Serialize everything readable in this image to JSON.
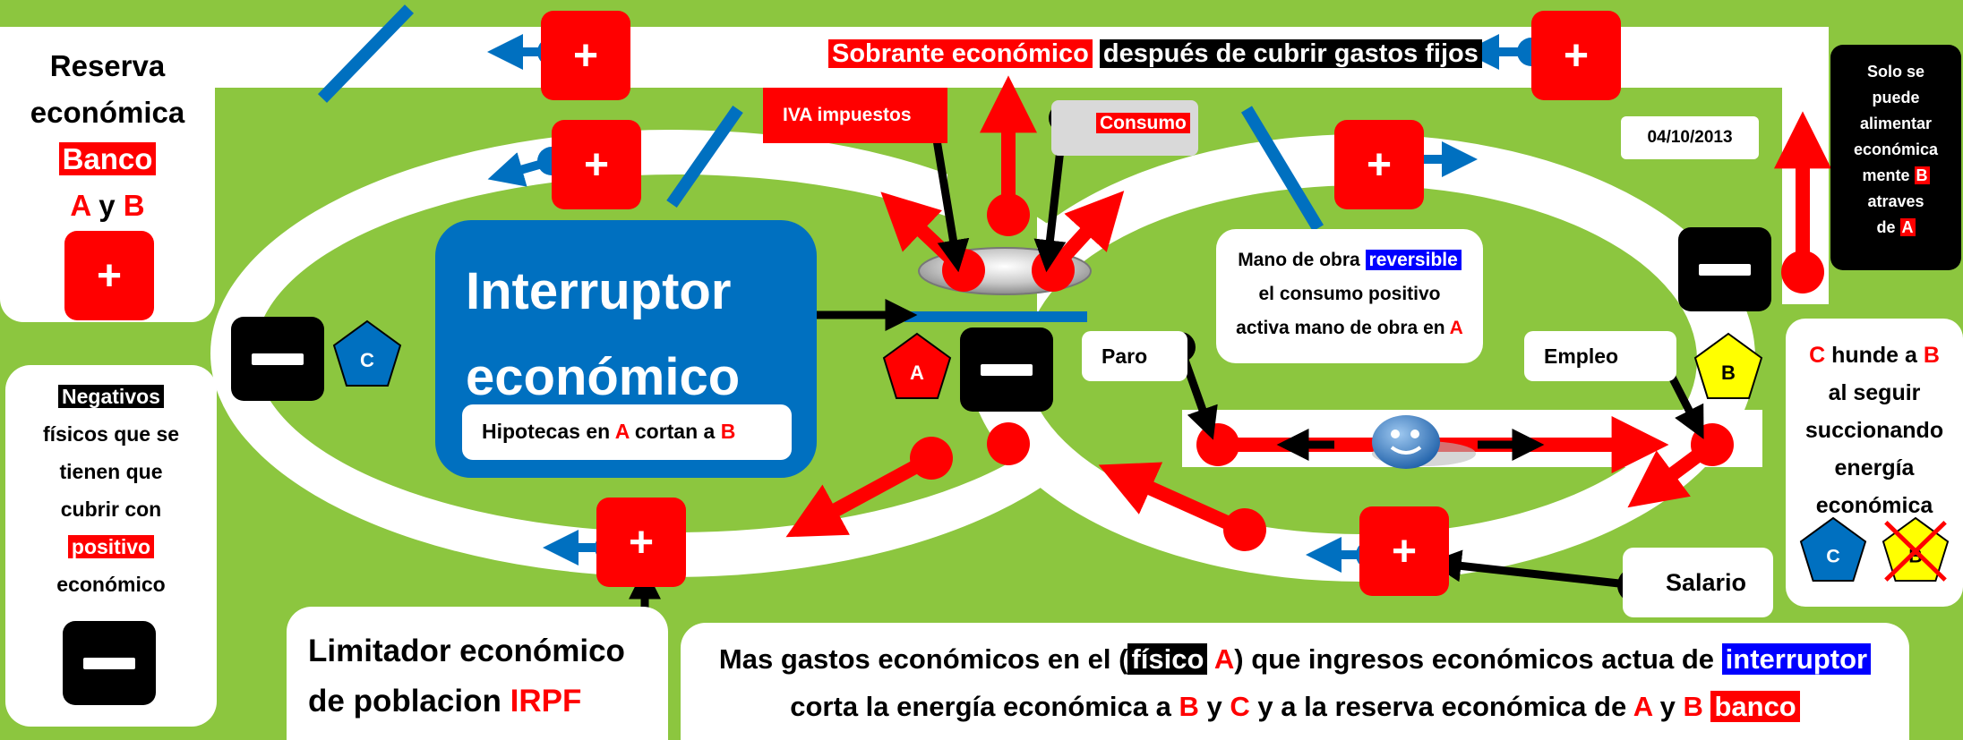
{
  "colors": {
    "background": "#8cc63f",
    "accent_red": "#ff0000",
    "accent_blue": "#0070c0",
    "track": "#ffffff",
    "dark": "#000000",
    "pentagon_yellow": "#ffff00"
  },
  "top_banner": {
    "surplus": "Sobrante económico",
    "after": "después de cubrir gastos fijos"
  },
  "reserve": {
    "line1": "Reserva",
    "line2": "económica",
    "bank": "Banco",
    "a": "A",
    "y": "y",
    "b": "B",
    "plus": "+"
  },
  "iva": "IVA impuestos",
  "consumo": "Consumo",
  "date": "04/10/2013",
  "solo_se": {
    "lines": [
      "Solo se",
      "puede",
      "alimentar",
      "económica"
    ],
    "mente": "mente",
    "b": "B",
    "atraves": "atraves",
    "de": "de",
    "a": "A"
  },
  "interruptor": {
    "line1": "Interruptor",
    "line2": "económico",
    "hipotecas": "Hipotecas en",
    "a": "A",
    "cortan": "cortan a",
    "b": "B"
  },
  "mano": {
    "line1": "Mano de obra",
    "reversible": "reversible",
    "line2": "el consumo positivo",
    "line3": "activa mano de obra en",
    "a": "A"
  },
  "paro": "Paro",
  "empleo": "Empleo",
  "salario": "Salario",
  "pentagons": {
    "a": "A",
    "b": "B",
    "c": "C",
    "c2": "C",
    "b2": "B"
  },
  "c_hunde": {
    "c": "C",
    "hunde": "hunde a",
    "b": "B",
    "rest": [
      "al seguir",
      "succionando",
      "energía",
      "económica"
    ]
  },
  "negativos": {
    "title": "Negativos",
    "lines": [
      "físicos que se",
      "tienen que",
      "cubrir con"
    ],
    "positivo": "positivo",
    "economico": "económico"
  },
  "limitador": {
    "line1": "Limitador económico",
    "line2": "de poblacion",
    "irpf": "IRPF"
  },
  "bottom": {
    "part1": "Mas gastos económicos en el (",
    "fisico": "físico",
    "a": "A",
    "part2": ") que ingresos económicos actua de",
    "interruptor": "interruptor",
    "part3": "corta la energía económica a",
    "b": "B",
    "y1": "y",
    "c": "C",
    "part4": "y a la reserva económica de",
    "a2": "A",
    "y2": "y",
    "b2": "B",
    "banco": "banco"
  },
  "plus_label": "+"
}
